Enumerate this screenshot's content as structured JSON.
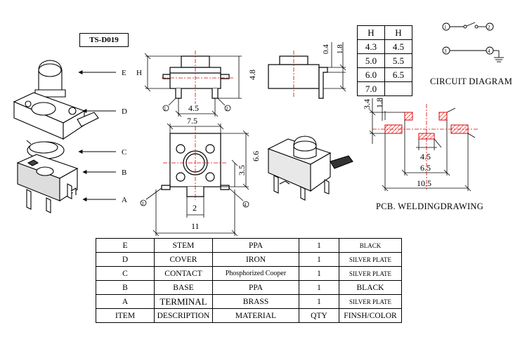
{
  "title": "TS-D019",
  "parts_labels": [
    "E",
    "D",
    "C",
    "B",
    "A"
  ],
  "dims": {
    "h_letter": "H",
    "side_width": "4.5",
    "side_height": "4.8",
    "lead_0_4": "0.4",
    "lead_1_8": "1.8",
    "top_width": "7.5",
    "top_6_6": "6.6",
    "top_3_5": "3.5",
    "top_2": "2",
    "top_11": "11",
    "pin1": "1",
    "pin2": "2",
    "pin3": "3",
    "pin4": "4",
    "pcb_3_4": "3.4",
    "pcb_1_8": "1.8",
    "pcb_4_5": "4.5",
    "pcb_6_5": "6.5",
    "pcb_10_5": "10.5"
  },
  "h_table": {
    "headers": [
      "H",
      "H"
    ],
    "rows": [
      [
        "4.3",
        "4.5"
      ],
      [
        "5.0",
        "5.5"
      ],
      [
        "6.0",
        "6.5"
      ],
      [
        "7.0",
        ""
      ]
    ]
  },
  "circuit_diagram_label": "CIRCUIT DIAGRAM",
  "pcb_label": "PCB. WELDINGDRAWING",
  "bom": {
    "rows": [
      [
        "E",
        "STEM",
        "PPA",
        "1",
        "BLACK"
      ],
      [
        "D",
        "COVER",
        "IRON",
        "1",
        "SILVER PLATE"
      ],
      [
        "C",
        "CONTACT",
        "Phosphorized Cooper",
        "1",
        "SILVER PLATE"
      ],
      [
        "B",
        "BASE",
        "PPA",
        "1",
        "BLACK"
      ],
      [
        "A",
        "TERMINAL",
        "BRASS",
        "1",
        "SILVER PLATE"
      ]
    ],
    "header": [
      "ITEM",
      "DESCRIPTION",
      "MATERIAL",
      "QTY",
      "FINSH/COLOR"
    ]
  },
  "colors": {
    "centerline": "#e00000",
    "hatch": "#e00000"
  }
}
